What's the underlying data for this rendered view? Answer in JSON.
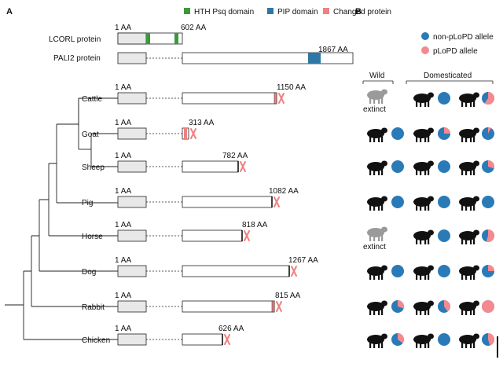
{
  "panels": {
    "a_label": "A",
    "b_label": "B"
  },
  "colors": {
    "hth": "#3a9a3a",
    "pip": "#2e77a6",
    "changed": "#f08080",
    "non_plopd": "#2a7ab8",
    "plopd": "#f48a8f",
    "start_box": "#e8e8e8",
    "cross": "#f08080"
  },
  "legend_a": [
    {
      "key": "hth",
      "label": "HTH Psq domain"
    },
    {
      "key": "pip",
      "label": "PIP domain"
    },
    {
      "key": "changed",
      "label": "Changed protein"
    }
  ],
  "legend_b": [
    {
      "key": "non_plopd",
      "label": "non-pLoPD allele"
    },
    {
      "key": "plopd",
      "label": "pLoPD allele"
    }
  ],
  "reference_proteins": [
    {
      "name": "LCORL protein",
      "start_label": "1 AA",
      "end_label": "602 AA"
    },
    {
      "name": "PALI2 protein",
      "end_label": "1867 AA"
    }
  ],
  "column_headers": {
    "wild": "Wild",
    "domesticated": "Domesticated"
  },
  "extinct_label": "extinct",
  "species": [
    {
      "name": "Cattle",
      "start_label": "1 AA",
      "end_label": "1150 AA",
      "wild_extinct": true,
      "wild_plopd": null,
      "dom1_plopd": 0.0,
      "dom2_plopd": 0.6,
      "dom1_icon": "cow-icon",
      "dom2_icon": "cow-icon",
      "wild_icon": "aurochs-icon"
    },
    {
      "name": "Goat",
      "start_label": "1 AA",
      "end_label": "313 AA",
      "wild_extinct": false,
      "wild_plopd": 0.0,
      "dom1_plopd": 0.25,
      "dom2_plopd": 0.08,
      "dom1_icon": "goat-icon",
      "dom2_icon": "goat-icon",
      "wild_icon": "ibex-icon"
    },
    {
      "name": "Sheep",
      "start_label": "1 AA",
      "end_label": "782 AA",
      "wild_extinct": false,
      "wild_plopd": 0.0,
      "dom1_plopd": 0.0,
      "dom2_plopd": 0.3,
      "dom1_icon": "sheep-icon",
      "dom2_icon": "sheep-icon",
      "wild_icon": "mouflon-icon"
    },
    {
      "name": "Pig",
      "start_label": "1 AA",
      "end_label": "1082 AA",
      "wild_extinct": false,
      "wild_plopd": 0.0,
      "dom1_plopd": 0.0,
      "dom2_plopd": 0.0,
      "dom1_icon": "pig-icon",
      "dom2_icon": "pig-icon",
      "wild_icon": "boar-icon"
    },
    {
      "name": "Horse",
      "start_label": "1 AA",
      "end_label": "818 AA",
      "wild_extinct": true,
      "wild_plopd": null,
      "dom1_plopd": 0.0,
      "dom2_plopd": 0.55,
      "dom1_icon": "pony-icon",
      "dom2_icon": "horse-icon",
      "wild_icon": "wild-horse-icon"
    },
    {
      "name": "Dog",
      "start_label": "1 AA",
      "end_label": "1267 AA",
      "wild_extinct": false,
      "wild_plopd": 0.0,
      "dom1_plopd": 0.0,
      "dom2_plopd": 0.25,
      "dom1_icon": "dog-icon",
      "dom2_icon": "dog-icon",
      "wild_icon": "wolf-icon"
    },
    {
      "name": "Rabbit",
      "start_label": "1 AA",
      "end_label": "815 AA",
      "wild_extinct": false,
      "wild_plopd": 0.3,
      "dom1_plopd": 0.4,
      "dom2_plopd": 1.0,
      "dom1_icon": "rabbit-icon",
      "dom2_icon": "rabbit-icon",
      "wild_icon": "wild-rabbit-icon"
    },
    {
      "name": "Chicken",
      "start_label": "1 AA",
      "end_label": "626 AA",
      "wild_extinct": false,
      "wild_plopd": 0.35,
      "dom1_plopd": 0.0,
      "dom2_plopd": 0.45,
      "dom1_icon": "hen-icon",
      "dom2_icon": "hen-icon",
      "wild_icon": "junglefowl-icon"
    }
  ]
}
